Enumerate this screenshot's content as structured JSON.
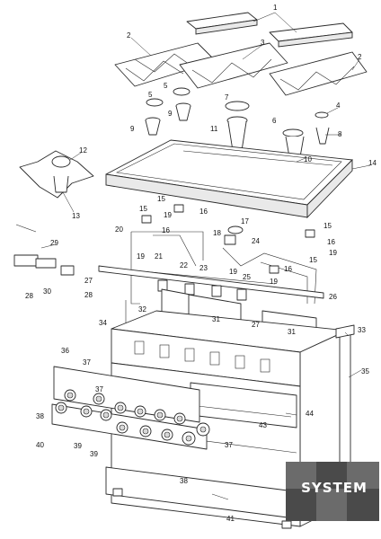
{
  "diagram": {
    "callouts": [
      {
        "id": "c1",
        "text": "1"
      },
      {
        "id": "c2a",
        "text": "2"
      },
      {
        "id": "c2b",
        "text": "2"
      },
      {
        "id": "c3",
        "text": "3"
      },
      {
        "id": "c4",
        "text": "4"
      },
      {
        "id": "c5a",
        "text": "5"
      },
      {
        "id": "c5b",
        "text": "5"
      },
      {
        "id": "c6",
        "text": "6"
      },
      {
        "id": "c7",
        "text": "7"
      },
      {
        "id": "c8",
        "text": "8"
      },
      {
        "id": "c9a",
        "text": "9"
      },
      {
        "id": "c9b",
        "text": "9"
      },
      {
        "id": "c10",
        "text": "10"
      },
      {
        "id": "c11",
        "text": "11"
      },
      {
        "id": "c12",
        "text": "12"
      },
      {
        "id": "c13",
        "text": "13"
      },
      {
        "id": "c14",
        "text": "14"
      },
      {
        "id": "c15a",
        "text": "15"
      },
      {
        "id": "c15b",
        "text": "15"
      },
      {
        "id": "c15c",
        "text": "15"
      },
      {
        "id": "c15d",
        "text": "15"
      },
      {
        "id": "c16a",
        "text": "16"
      },
      {
        "id": "c16b",
        "text": "16"
      },
      {
        "id": "c16c",
        "text": "16"
      },
      {
        "id": "c16d",
        "text": "16"
      },
      {
        "id": "c17",
        "text": "17"
      },
      {
        "id": "c18",
        "text": "18"
      },
      {
        "id": "c19a",
        "text": "19"
      },
      {
        "id": "c19b",
        "text": "19"
      },
      {
        "id": "c19c",
        "text": "19"
      },
      {
        "id": "c19d",
        "text": "19"
      },
      {
        "id": "c19e",
        "text": "19"
      },
      {
        "id": "c20",
        "text": "20"
      },
      {
        "id": "c21",
        "text": "21"
      },
      {
        "id": "c22",
        "text": "22"
      },
      {
        "id": "c23",
        "text": "23"
      },
      {
        "id": "c24",
        "text": "24"
      },
      {
        "id": "c25",
        "text": "25"
      },
      {
        "id": "c26",
        "text": "26"
      },
      {
        "id": "c27a",
        "text": "27"
      },
      {
        "id": "c27b",
        "text": "27"
      },
      {
        "id": "c28a",
        "text": "28"
      },
      {
        "id": "c28b",
        "text": "28"
      },
      {
        "id": "c29",
        "text": "29"
      },
      {
        "id": "c30",
        "text": "30"
      },
      {
        "id": "c31a",
        "text": "31"
      },
      {
        "id": "c31b",
        "text": "31"
      },
      {
        "id": "c32",
        "text": "32"
      },
      {
        "id": "c33",
        "text": "33"
      },
      {
        "id": "c34",
        "text": "34"
      },
      {
        "id": "c35",
        "text": "35"
      },
      {
        "id": "c36",
        "text": "36"
      },
      {
        "id": "c37a",
        "text": "37"
      },
      {
        "id": "c37b",
        "text": "37"
      },
      {
        "id": "c37c",
        "text": "37"
      },
      {
        "id": "c38a",
        "text": "38"
      },
      {
        "id": "c38b",
        "text": "38"
      },
      {
        "id": "c39a",
        "text": "39"
      },
      {
        "id": "c39b",
        "text": "39"
      },
      {
        "id": "c40",
        "text": "40"
      },
      {
        "id": "c41",
        "text": "41"
      },
      {
        "id": "c43",
        "text": "43"
      },
      {
        "id": "c44",
        "text": "44"
      }
    ]
  },
  "watermark": {
    "text": "SYSTEM",
    "colors": {
      "background": "#4a4a4a",
      "tile": "#6b6b6b",
      "text": "#ffffff"
    }
  }
}
